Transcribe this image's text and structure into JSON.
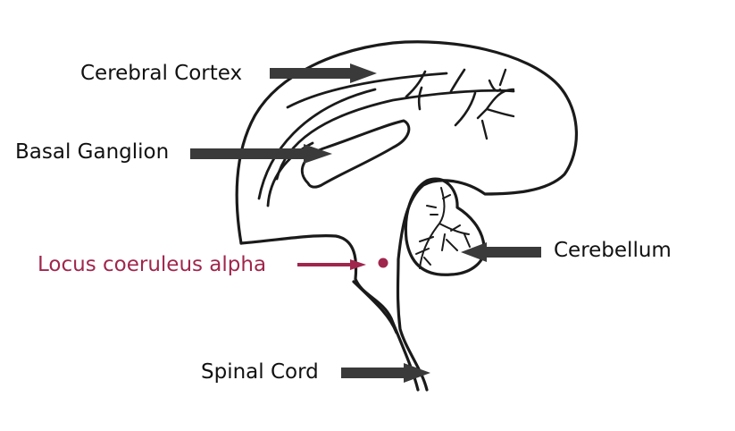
{
  "colors": {
    "outline": "#1a1a1a",
    "arrow": "#3a3a3a",
    "label": "#111111",
    "highlight": "#a0264d"
  },
  "labels": {
    "cerebral_cortex": "Cerebral Cortex",
    "basal_ganglion": "Basal Ganglion",
    "cerebellum": "Cerebellum",
    "locus_coeruleus": "Locus coeruleus alpha",
    "spinal_cord": "Spinal Cord"
  }
}
